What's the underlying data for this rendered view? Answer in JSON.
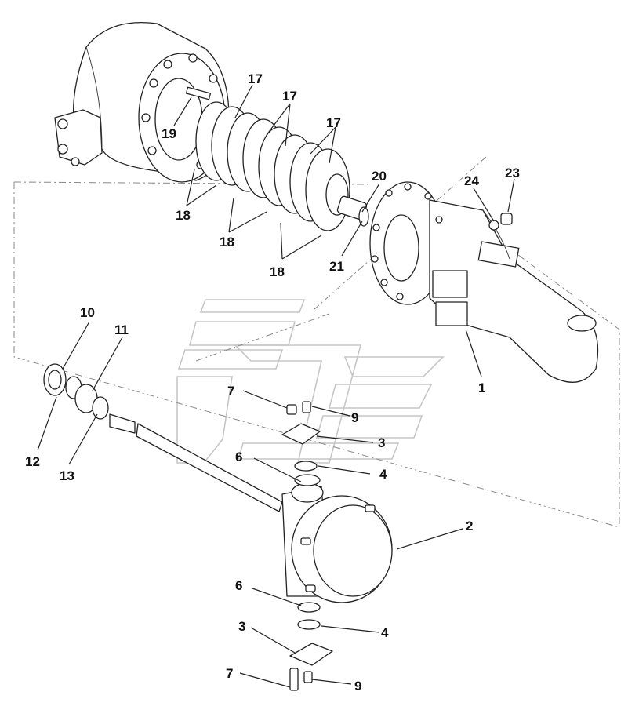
{
  "diagram": {
    "callouts": [
      {
        "id": "c1",
        "text": "1"
      },
      {
        "id": "c2",
        "text": "2"
      },
      {
        "id": "c3a",
        "text": "3"
      },
      {
        "id": "c3b",
        "text": "3"
      },
      {
        "id": "c4a",
        "text": "4"
      },
      {
        "id": "c4b",
        "text": "4"
      },
      {
        "id": "c6a",
        "text": "6"
      },
      {
        "id": "c6b",
        "text": "6"
      },
      {
        "id": "c7a",
        "text": "7"
      },
      {
        "id": "c7b",
        "text": "7"
      },
      {
        "id": "c9a",
        "text": "9"
      },
      {
        "id": "c9b",
        "text": "9"
      },
      {
        "id": "c10",
        "text": "10"
      },
      {
        "id": "c11",
        "text": "11"
      },
      {
        "id": "c12",
        "text": "12"
      },
      {
        "id": "c13",
        "text": "13"
      },
      {
        "id": "c17a",
        "text": "17"
      },
      {
        "id": "c17b",
        "text": "17"
      },
      {
        "id": "c17c",
        "text": "17"
      },
      {
        "id": "c18a",
        "text": "18"
      },
      {
        "id": "c18b",
        "text": "18"
      },
      {
        "id": "c18c",
        "text": "18"
      },
      {
        "id": "c19",
        "text": "19"
      },
      {
        "id": "c20",
        "text": "20"
      },
      {
        "id": "c21",
        "text": "21"
      },
      {
        "id": "c23",
        "text": "23"
      },
      {
        "id": "c24",
        "text": "24"
      }
    ]
  }
}
